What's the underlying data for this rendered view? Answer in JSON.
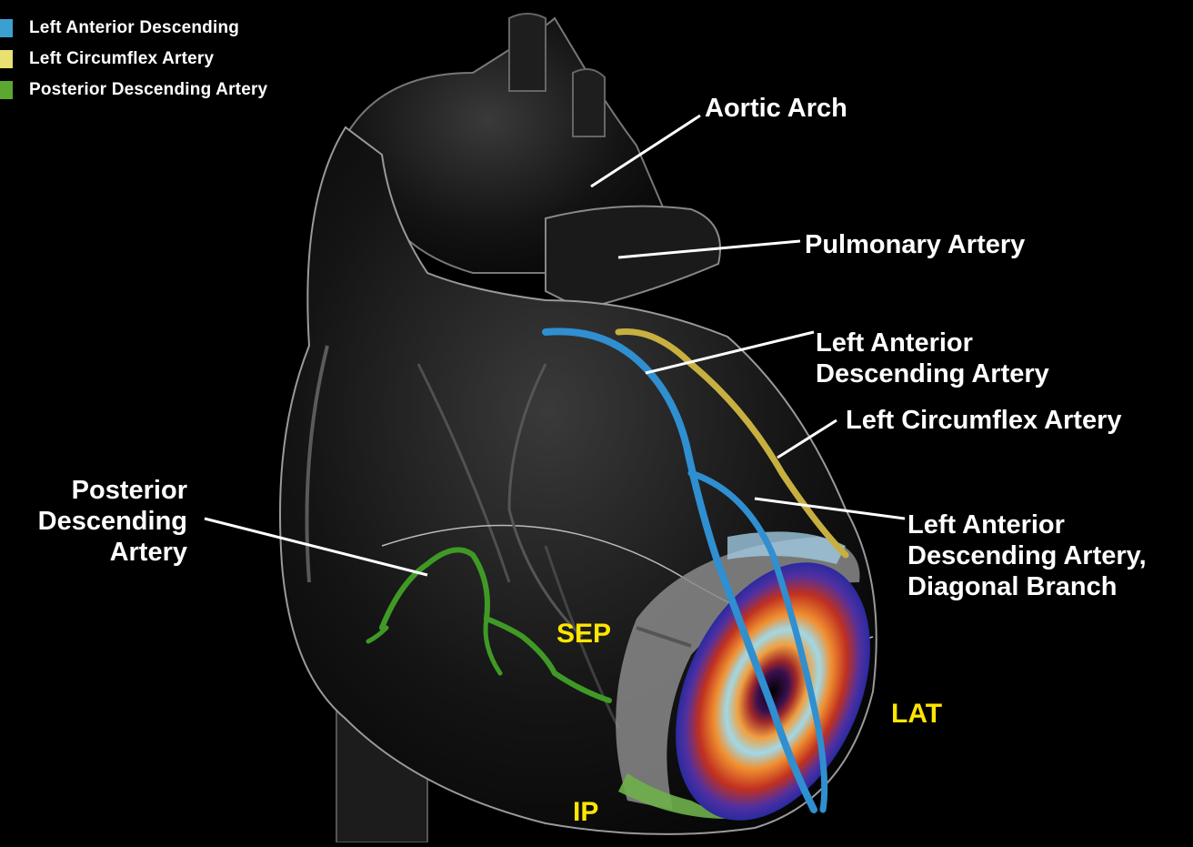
{
  "legend": [
    {
      "label": "Left Anterior Descending",
      "color": "#3aa0d0"
    },
    {
      "label": "Left Circumflex Artery",
      "color": "#e8e070"
    },
    {
      "label": "Posterior Descending Artery",
      "color": "#5aa830"
    }
  ],
  "labels": {
    "aortic_arch": "Aortic Arch",
    "pulmonary_artery": "Pulmonary Artery",
    "lad_line1": "Left Anterior",
    "lad_line2": "Descending Artery",
    "lcx": "Left Circumflex Artery",
    "diag_line1": "Left Anterior",
    "diag_line2": "Descending Artery,",
    "diag_line3": "Diagonal Branch",
    "pda_line1": "Posterior",
    "pda_line2": "Descending",
    "pda_line3": "Artery"
  },
  "regions": {
    "sep": "SEP",
    "lat": "LAT",
    "ip": "IP"
  },
  "colors": {
    "lad": "#2f8fd0",
    "lcx": "#c8b040",
    "pda": "#3f9a25",
    "region_text": "#ffe600"
  }
}
